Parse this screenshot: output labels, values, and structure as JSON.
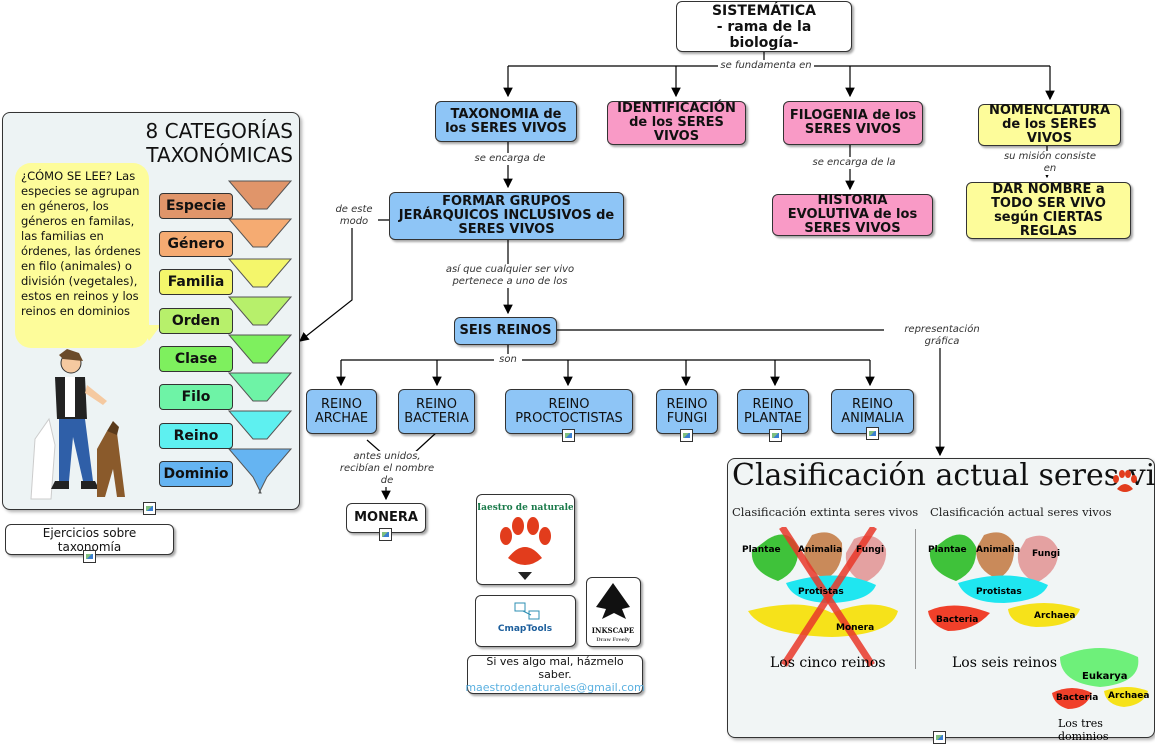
{
  "colors": {
    "blue": "#8ec5f6",
    "pink": "#f99ac6",
    "yellow": "#fdfc9a"
  },
  "root": {
    "title": "SISTEMÁTICA",
    "subtitle": "- rama de la biología-"
  },
  "link_root": "se fundamenta en",
  "taxonomia": "TAXONOMIA de los SERES VIVOS",
  "identificacion": "IDENTIFICACIÓN de los SERES VIVOS",
  "filogenia": "FILOGENIA de los SERES VIVOS",
  "nomenclatura": "NOMENCLATURA de los SERES VIVOS",
  "link_taxonomia": "se encarga de",
  "link_filogenia": "se encarga de la",
  "link_nomenclatura": "su misión consiste en",
  "formar": "FORMAR GRUPOS JERÁRQUICOS INCLUSIVOS de SERES VIVOS",
  "historia": "HISTORIA EVOLUTIVA de los SERES VIVOS",
  "dar_nombre": "DAR NOMBRE a TODO SER VIVO según CIERTAS REGLAS",
  "link_modo": "de este modo",
  "link_asi": "así que cualquier ser vivo pertenece a uno de los",
  "seis_reinos": "SEIS REINOS",
  "link_son": "son",
  "link_rep": "representación gráfica",
  "reinos": [
    "REINO ARCHAE",
    "REINO BACTERIA",
    "REINO PROCTOCTISTAS",
    "REINO FUNGI",
    "REINO PLANTAE",
    "REINO ANIMALIA"
  ],
  "link_antes": "antes unidos, recibían el nombre de",
  "monera": "MONERA",
  "panel": {
    "title_1": "8 CATEGORÍAS",
    "title_2": "TAXONÓMICAS",
    "bubble_text": "¿CÓMO SE LEE? Las especies se agrupan en géneros, los géneros en familas, las familias en órdenes, las órdenes en filo (animales) o división (vegetales), estos en reinos y los reinos en dominios",
    "categories": [
      "Especie",
      "Género",
      "Familia",
      "Orden",
      "Clase",
      "Filo",
      "Reino",
      "Dominio"
    ]
  },
  "ejercicios": "Ejercicios sobre taxonomía",
  "logo_text": "Maestro de naturales",
  "cmaptools": "CmapTools",
  "inkscape": "INKSCAPE",
  "inkscape_tag": "Draw Freely",
  "contact": {
    "line1": "Si ves algo mal, házmelo saber.",
    "email": "maestrodenaturales@gmail.com"
  },
  "clasif": {
    "title": "Clasificación actual seres vivos",
    "left_head": "Clasificación extinta seres vivos",
    "right_head": "Clasificación actual seres vivos",
    "cinco": "Los cinco reinos",
    "seis": "Los seis reinos",
    "tres": "Los tres dominios",
    "plantae": "Plantae",
    "animalia": "Animalia",
    "fungi": "Fungi",
    "protistas": "Protistas",
    "monera": "Monera",
    "bacteria": "Bacteria",
    "archaea": "Archaea",
    "eukarya": "Eukarya"
  }
}
